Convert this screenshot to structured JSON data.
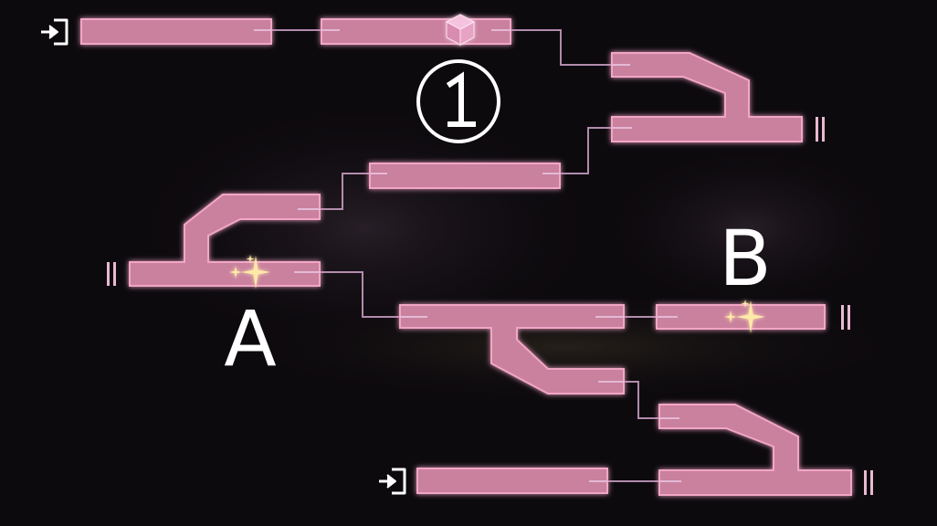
{
  "map": {
    "stage_marker": "①",
    "point_a_label": "A",
    "point_b_label": "B",
    "icons": {
      "exit_top": "exit-icon",
      "exit_bottom": "exit-icon",
      "item": "cube-icon",
      "sparkle_a": "sparkle-icon",
      "sparkle_b": "sparkle-icon",
      "dead_ends": "pause-bars-icon"
    },
    "colors": {
      "background": "#0d0a0e",
      "track_fill": "#c9819e",
      "track_edge": "#f2a6c6",
      "connector": "#cfa2c8",
      "sparkle": "#ffe9a8",
      "text": "#ffffff"
    }
  }
}
